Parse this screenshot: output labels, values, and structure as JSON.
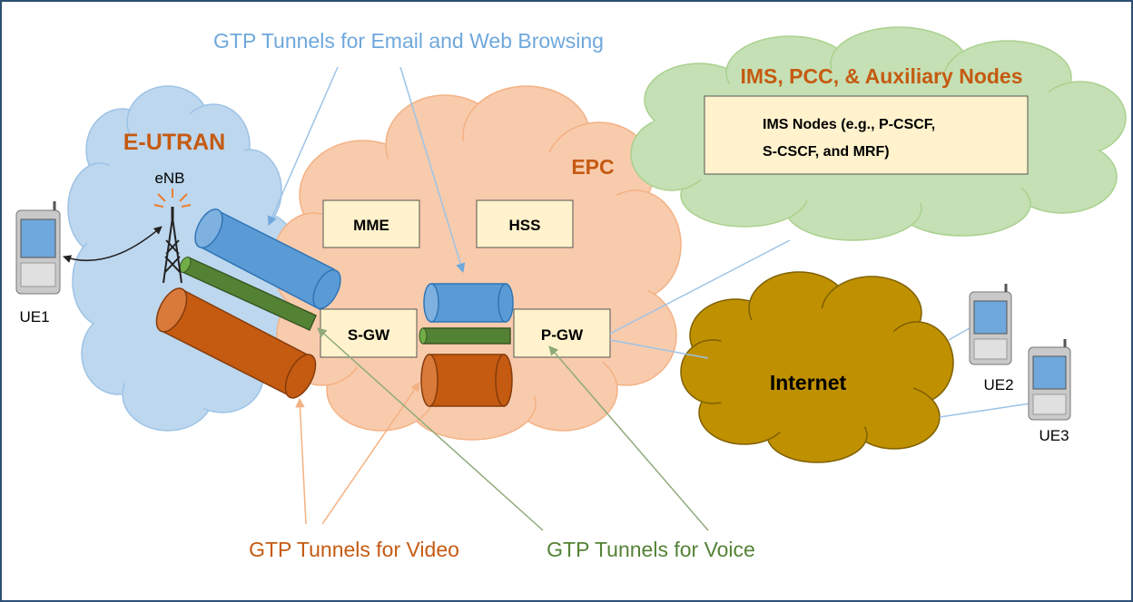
{
  "labels": {
    "email_tunnels": "GTP Tunnels for Email and Web Browsing",
    "video_tunnels": "GTP Tunnels for Video",
    "voice_tunnels": "GTP Tunnels for Voice",
    "eutran": "E-UTRAN",
    "enb": "eNB",
    "epc": "EPC",
    "ims_cloud": "IMS, PCC, & Auxiliary Nodes",
    "ims_nodes_line1": "IMS Nodes (e.g., P-CSCF,",
    "ims_nodes_line2": "S-CSCF, and MRF)",
    "mme": "MME",
    "hss": "HSS",
    "sgw": "S-GW",
    "pgw": "P-GW",
    "internet": "Internet",
    "ue1": "UE1",
    "ue2": "UE2",
    "ue3": "UE3"
  },
  "colors": {
    "border": "#2f4f74",
    "eutran_cloud": "#bdd7ee",
    "epc_cloud": "#f8cbad",
    "ims_cloud": "#c5e0b4",
    "internet_cloud": "#bf9000",
    "node_box": "#fff2cc",
    "email_tunnel": "#5b9bd5",
    "voice_tunnel": "#548235",
    "video_tunnel": "#c55a11",
    "heading_orange": "#c55a11",
    "heading_blue": "#6fa8dc",
    "heading_green": "#548235"
  }
}
